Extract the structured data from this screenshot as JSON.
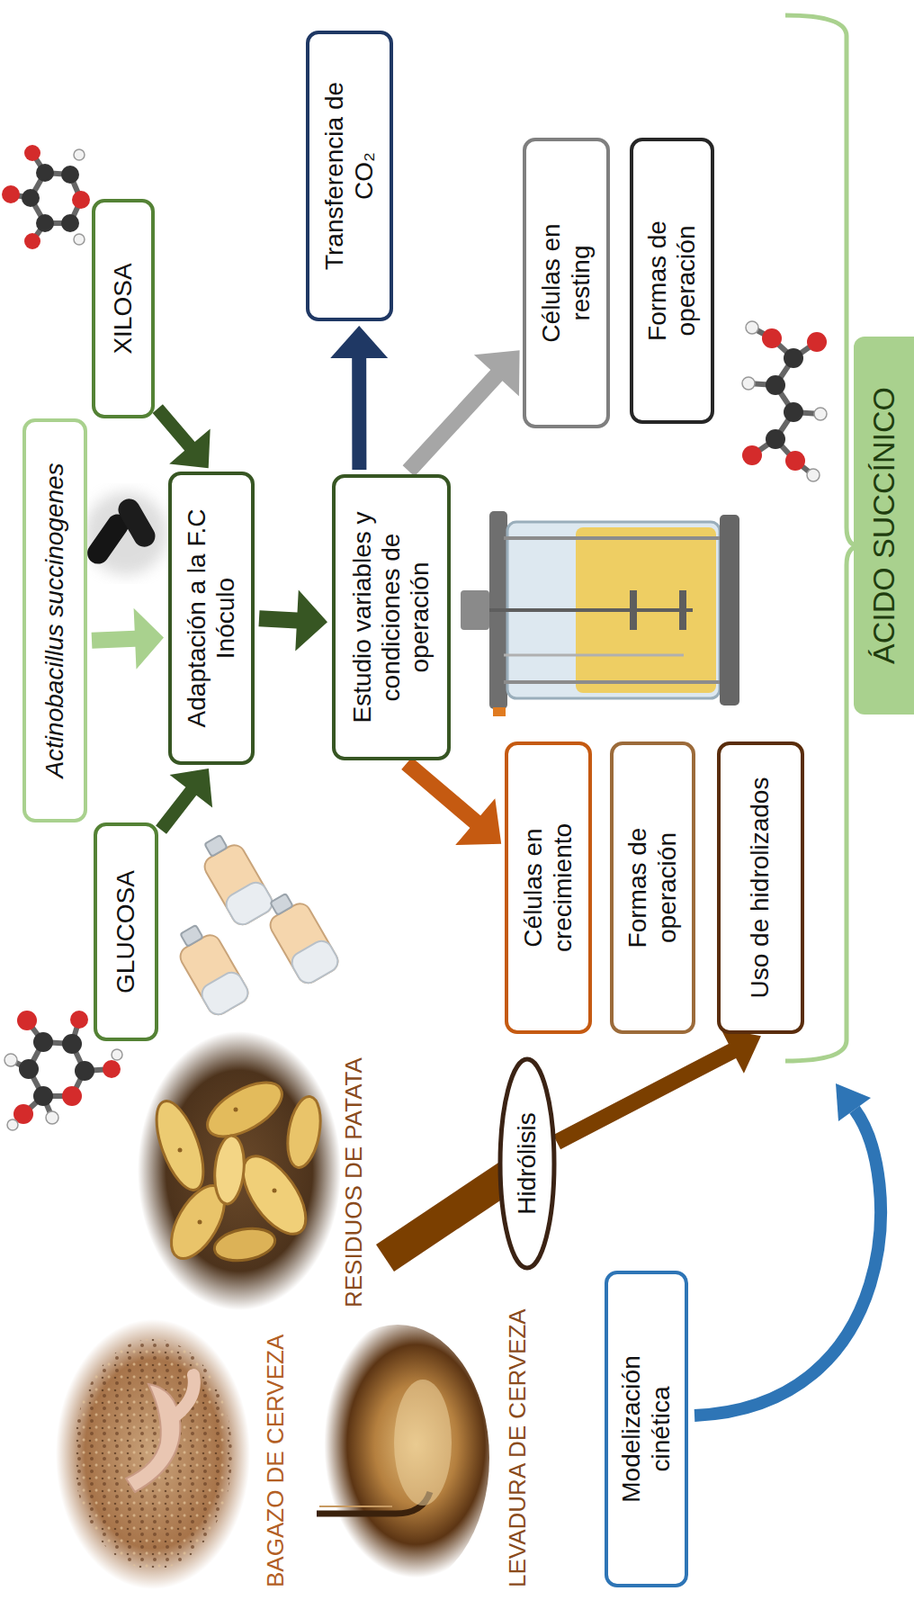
{
  "diagram": {
    "nodes": [
      {
        "text": [
          "GLUCOSA"
        ]
      },
      {
        "text": [
          "Actinobacillus succinogenes"
        ]
      },
      {
        "text": [
          "XILOSA"
        ]
      },
      {
        "text": [
          "Adaptación a la F.C Inóculo"
        ]
      },
      {
        "text": [
          "Estudio variables y condiciones de operación"
        ]
      },
      {
        "text": [
          "Transferencia de CO₂"
        ]
      },
      {
        "text": [
          "Células en crecimiento"
        ]
      },
      {
        "text": [
          "Formas de operación"
        ]
      },
      {
        "text": [
          "Uso de hidrolizados"
        ]
      },
      {
        "text": [
          "Células en resting"
        ]
      },
      {
        "text": [
          "Formas de operación"
        ]
      },
      {
        "text": [
          "Hidrólisis"
        ]
      },
      {
        "text": [
          "Modelización cinética"
        ]
      },
      {
        "text": [
          "ÁCIDO SUCCÍNICO"
        ]
      }
    ],
    "edges": [
      {
        "from": 1,
        "to": 3,
        "arrow": "to"
      },
      {
        "from": 0,
        "to": 3,
        "arrow": "to"
      },
      {
        "from": 2,
        "to": 3,
        "arrow": "to"
      },
      {
        "from": 3,
        "to": 4,
        "arrow": "to"
      },
      {
        "from": 4,
        "to": 5,
        "arrow": "to"
      },
      {
        "from": 4,
        "to": 9,
        "arrow": "to"
      },
      {
        "from": 4,
        "to": 6,
        "arrow": "to"
      },
      {
        "from": 11,
        "to": 8,
        "arrow": "to"
      }
    ],
    "labels": [
      "BAGAZO DE CERVEZA",
      "RESIDUOS DE PATATA",
      "LEVADURA DE CERVEZA"
    ]
  }
}
